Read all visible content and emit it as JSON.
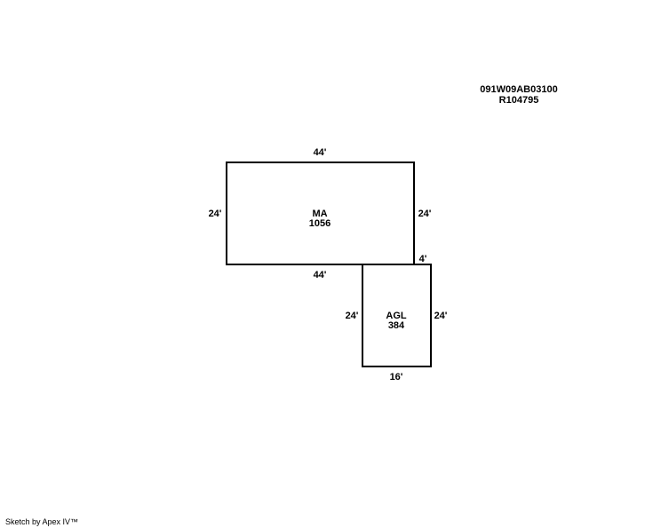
{
  "parcel": {
    "map_number": "091W09AB03100",
    "account_number": "R104795"
  },
  "rooms": {
    "ma": {
      "label": "MA",
      "area": "1056",
      "dim_top": "44'",
      "dim_bottom": "44'",
      "dim_left": "24'",
      "dim_right": "24'"
    },
    "agl": {
      "label": "AGL",
      "area": "384",
      "dim_top_offset": "4'",
      "dim_bottom": "16'",
      "dim_left": "24'",
      "dim_right": "24'"
    }
  },
  "credit": "Sketch by Apex IV™"
}
